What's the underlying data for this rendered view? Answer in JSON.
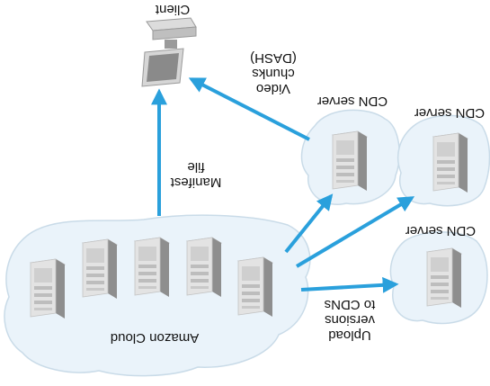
{
  "labels": {
    "client": "Client",
    "video_chunks": [
      "Video",
      "chunks",
      "(DASH)"
    ],
    "manifest": [
      "Manifest",
      "file"
    ],
    "cdn_server_1": "CDN server",
    "cdn_server_2": "CDN server",
    "cdn_server_3": "CDN server",
    "upload": [
      "Upload",
      "versions",
      "to CDNs"
    ],
    "cloud": "Amazon Cloud"
  },
  "colors": {
    "arrow": "#2aa0dc",
    "cloud_fill": "#eaf3fa",
    "server_light": "#e3e3e3",
    "server_mid": "#c7c7c7",
    "server_dark": "#8e8e8e",
    "monitor_frame": "#d6d6d6",
    "monitor_screen": "#8a8a8a"
  },
  "icons": {
    "server": "server-tower-icon",
    "client": "desktop-monitor-icon"
  }
}
